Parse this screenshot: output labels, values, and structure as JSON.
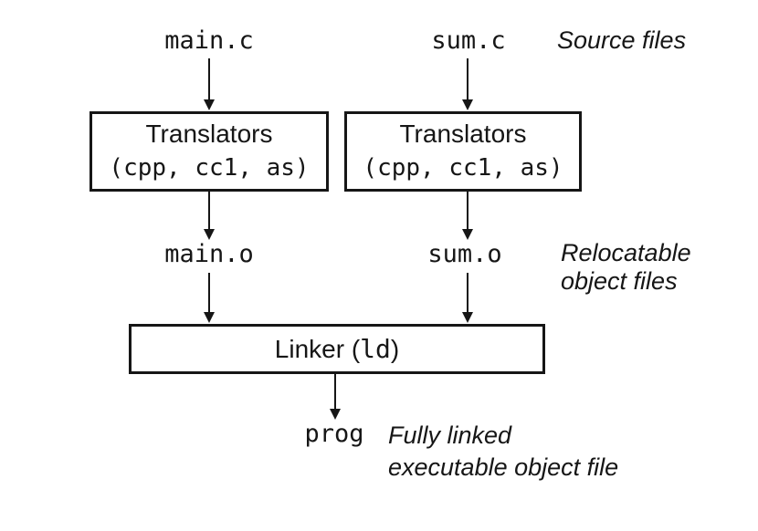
{
  "labels": {
    "source_left": "main.c",
    "source_right": "sum.c",
    "object_left": "main.o",
    "object_right": "sum.o",
    "program": "prog"
  },
  "boxes": {
    "translator_left": {
      "title": "Translators",
      "subtitle": "(cpp, cc1, as)"
    },
    "translator_right": {
      "title": "Translators",
      "subtitle": "(cpp, cc1, as)"
    },
    "linker": {
      "title_prefix": "Linker (",
      "tool": "ld",
      "title_suffix": ")"
    }
  },
  "annotations": {
    "source": "Source files",
    "relocatable": [
      "Relocatable",
      "object files"
    ],
    "executable": [
      "Fully linked",
      "executable object file"
    ]
  },
  "colors": {
    "ink": "#161616",
    "background": "#ffffff"
  }
}
